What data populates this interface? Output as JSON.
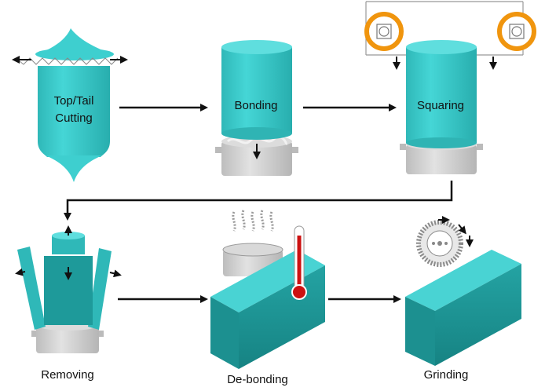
{
  "steps": [
    {
      "id": "top-tail-cutting",
      "label_line1": "Top/Tail",
      "label_line2": "Cutting"
    },
    {
      "id": "bonding",
      "label": "Bonding"
    },
    {
      "id": "squaring",
      "label": "Squaring"
    },
    {
      "id": "removing",
      "label": "Removing"
    },
    {
      "id": "de-bonding",
      "label": "De-bonding"
    },
    {
      "id": "grinding",
      "label": "Grinding"
    }
  ],
  "colors": {
    "crystal": "#3ecfcf",
    "crystal_dark": "#1a8f8f",
    "block_front": "#26a0a0",
    "block_top": "#49d3d3",
    "block_side": "#33bcbc",
    "fixture": "#cfcfcf",
    "wire_wheel": "#f0950e",
    "thermometer": "#cc1111",
    "arrow": "#111111"
  }
}
